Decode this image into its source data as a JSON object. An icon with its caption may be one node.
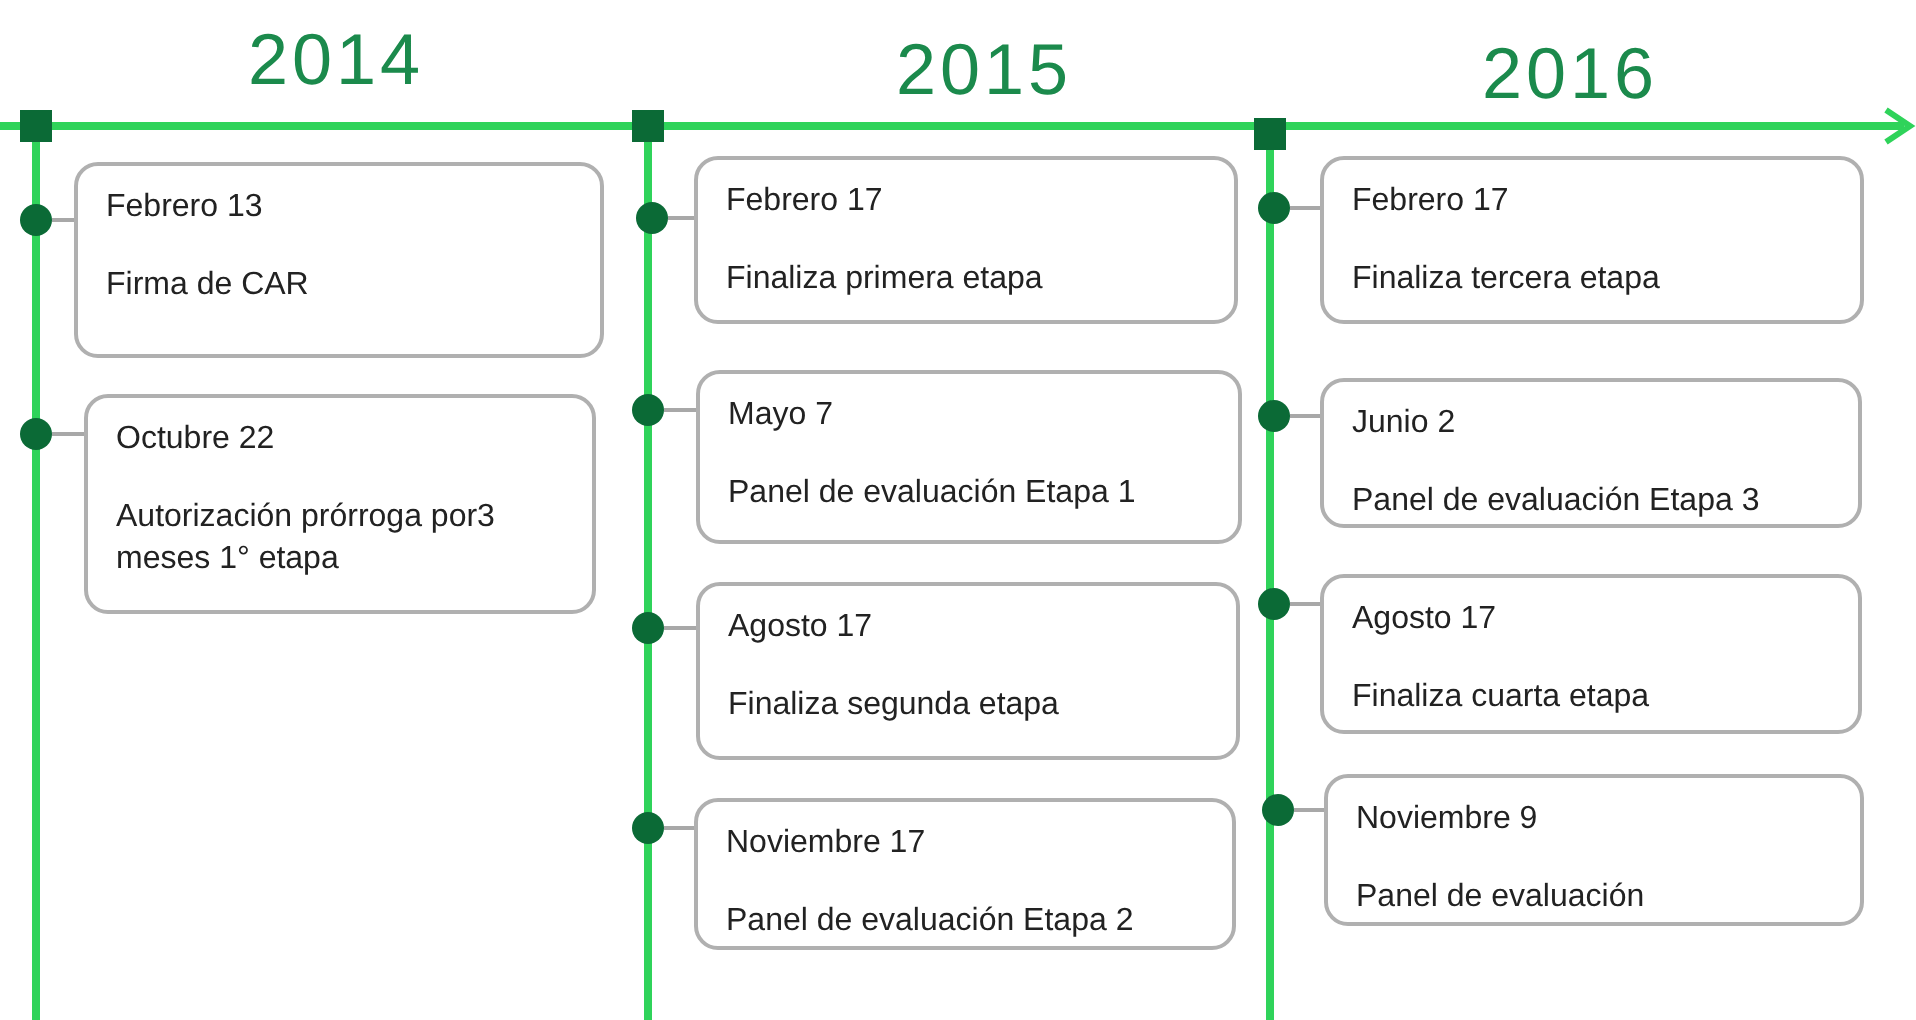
{
  "diagram": {
    "nodes": [
      {
        "text": [
          "Febrero 13",
          "Firma de CAR"
        ]
      },
      {
        "text": [
          "Octubre 22",
          "Autorización prórroga por3 meses 1° etapa"
        ]
      },
      {
        "text": [
          "Febrero 17",
          "Finaliza primera etapa"
        ]
      },
      {
        "text": [
          "Mayo 7",
          "Panel de evaluación Etapa 1"
        ]
      },
      {
        "text": [
          "Agosto 17",
          "Finaliza segunda etapa"
        ]
      },
      {
        "text": [
          "Noviembre 17",
          "Panel de evaluación Etapa 2"
        ]
      },
      {
        "text": [
          "Febrero 17",
          "Finaliza tercera etapa"
        ]
      },
      {
        "text": [
          "Junio 2",
          "Panel de evaluación Etapa 3"
        ]
      },
      {
        "text": [
          "Agosto 17",
          "Finaliza cuarta etapa"
        ]
      },
      {
        "text": [
          "Noviembre 9",
          "Panel de evaluación"
        ]
      },
      {
        "text": [],
        "shape": "circle"
      },
      {
        "text": [],
        "shape": "circle"
      },
      {
        "text": [],
        "shape": "circle"
      },
      {
        "text": [],
        "shape": "circle"
      },
      {
        "text": [],
        "shape": "circle"
      },
      {
        "text": [],
        "shape": "circle"
      },
      {
        "text": [],
        "shape": "circle"
      },
      {
        "text": [],
        "shape": "circle"
      },
      {
        "text": [],
        "shape": "circle"
      },
      {
        "text": [],
        "shape": "circle"
      }
    ],
    "edges": [
      {
        "from": 10,
        "to": 0,
        "arrow": "none"
      },
      {
        "from": 11,
        "to": 1,
        "arrow": "none"
      },
      {
        "from": 12,
        "to": 2,
        "arrow": "none"
      },
      {
        "from": 13,
        "to": 3,
        "arrow": "none"
      },
      {
        "from": 14,
        "to": 4,
        "arrow": "none"
      },
      {
        "from": 15,
        "to": 5,
        "arrow": "none"
      },
      {
        "from": 16,
        "to": 6,
        "arrow": "none"
      },
      {
        "from": 17,
        "to": 7,
        "arrow": "none"
      },
      {
        "from": 18,
        "to": 8,
        "arrow": "none"
      },
      {
        "from": 19,
        "to": 9,
        "arrow": "none"
      }
    ],
    "labels": [
      "2014",
      "2015",
      "2016"
    ]
  }
}
